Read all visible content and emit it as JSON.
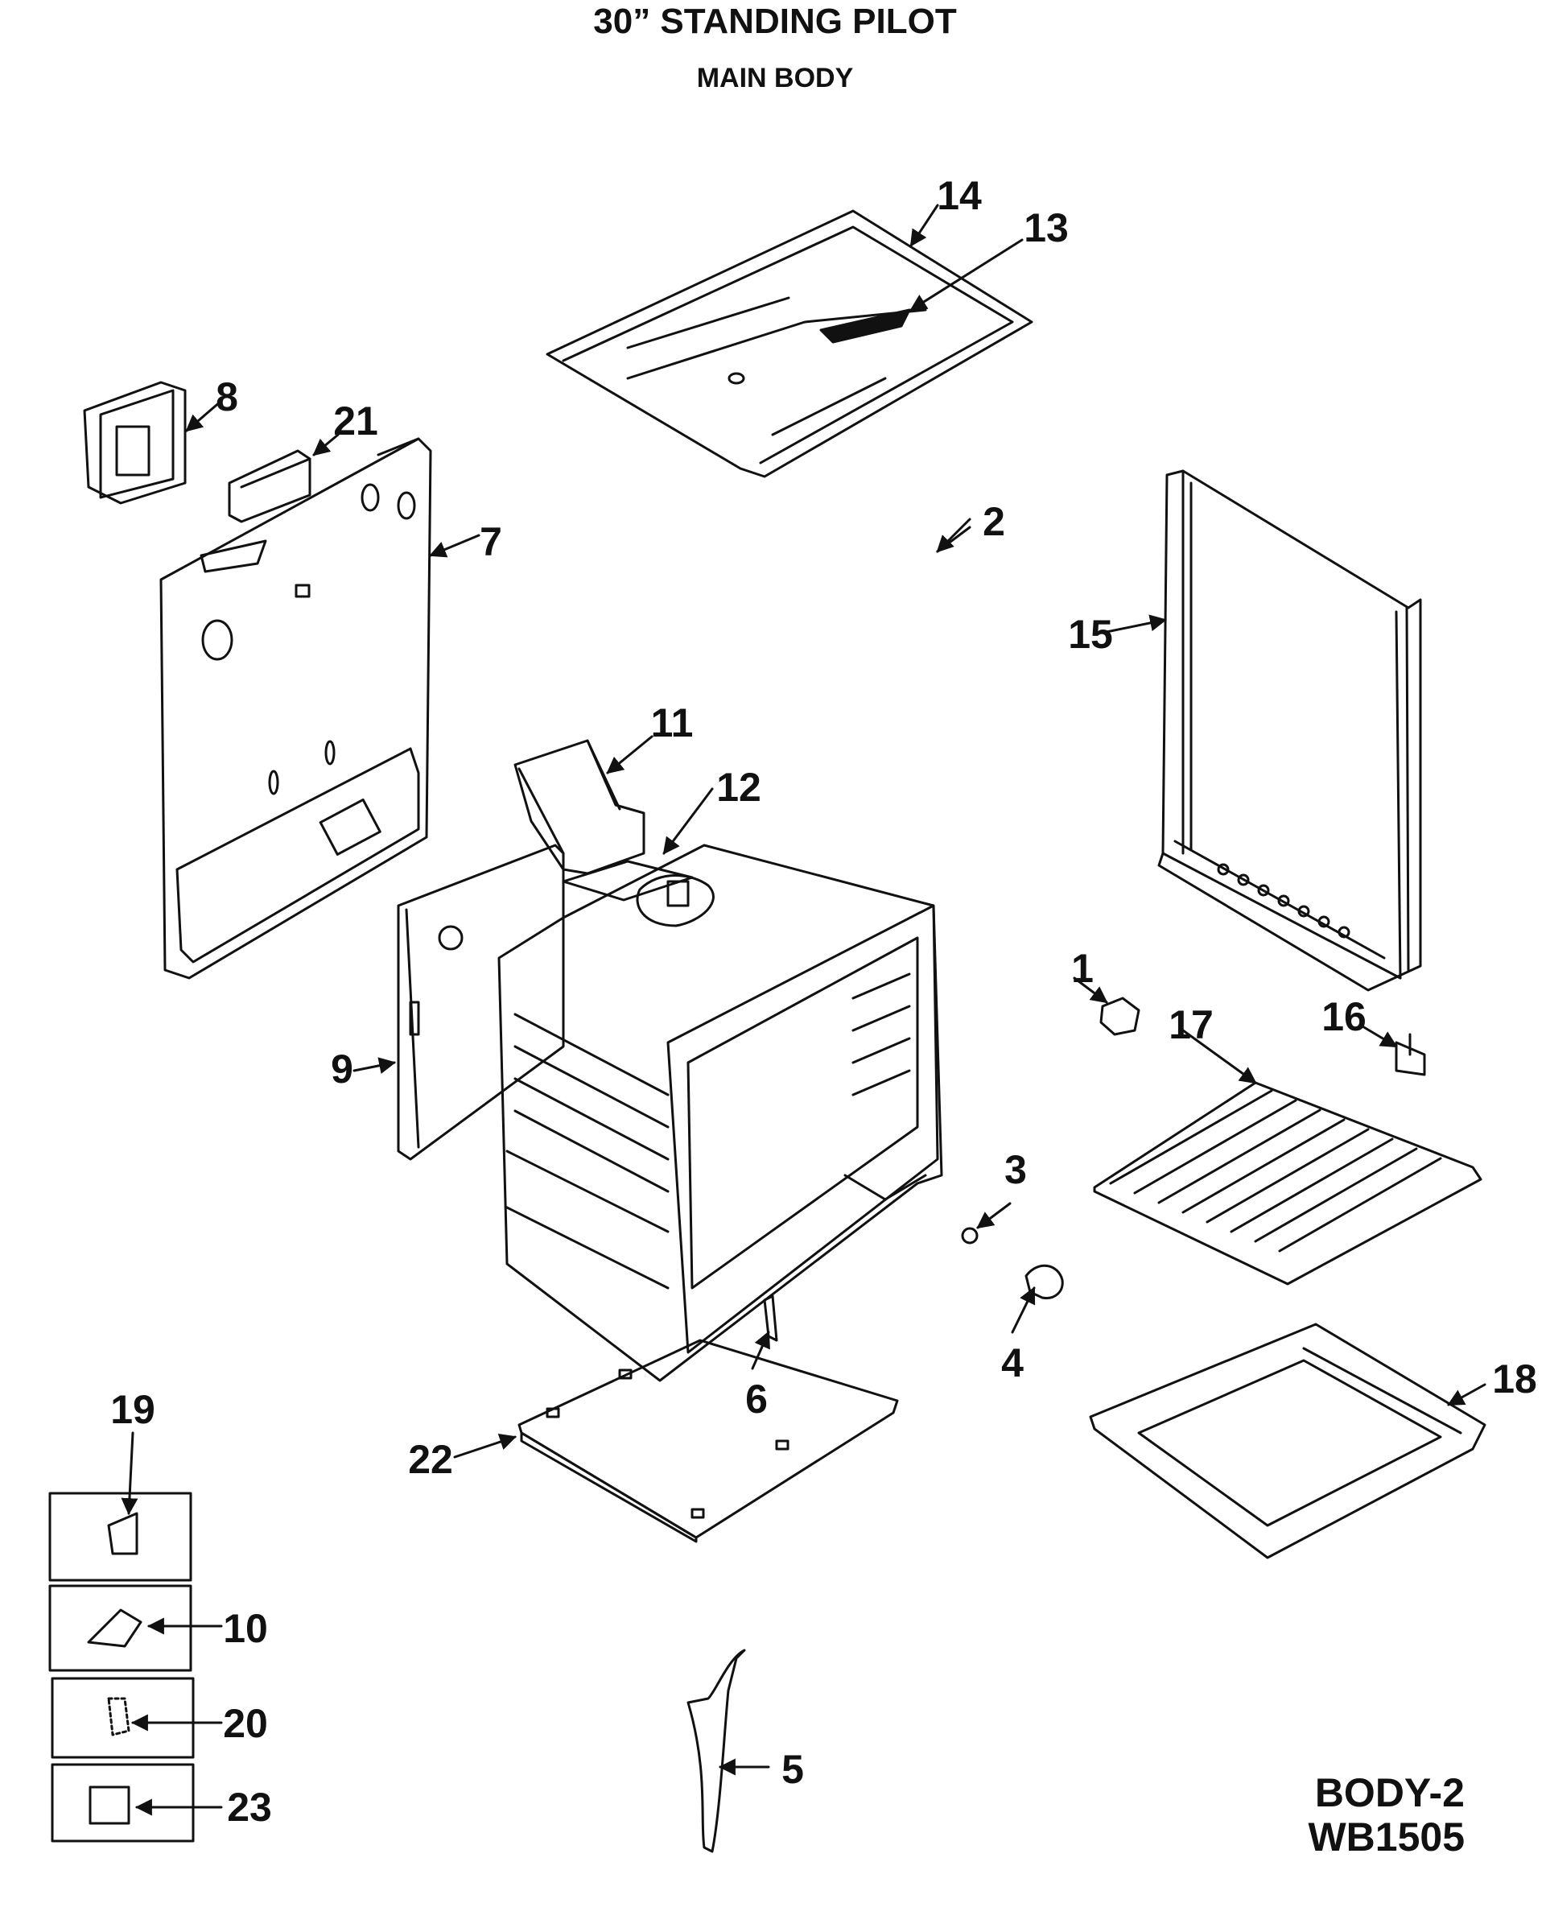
{
  "title": "30” STANDING PILOT",
  "subtitle": "MAIN BODY",
  "reference": {
    "line1": "BODY-2",
    "line2": "WB1505"
  },
  "callouts": [
    "1",
    "2",
    "3",
    "4",
    "5",
    "6",
    "7",
    "8",
    "9",
    "10",
    "11",
    "12",
    "13",
    "14",
    "15",
    "16",
    "17",
    "18",
    "19",
    "20",
    "21",
    "22",
    "23"
  ],
  "line_color": "#111111"
}
